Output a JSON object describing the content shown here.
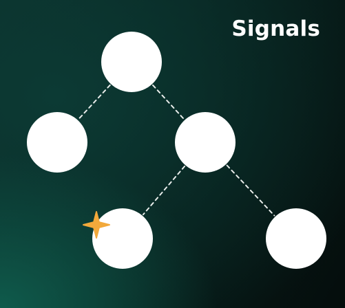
{
  "header": {
    "title": "Signals"
  },
  "colors": {
    "node_fill": "#ffffff",
    "edge_stroke": "#e8ecea",
    "star": "#f2a93b",
    "title": "#ffffff"
  },
  "diagram": {
    "nodes": [
      {
        "id": "root"
      },
      {
        "id": "left"
      },
      {
        "id": "right"
      },
      {
        "id": "right-left"
      },
      {
        "id": "right-right"
      }
    ],
    "edges": [
      {
        "from": "root",
        "to": "left"
      },
      {
        "from": "root",
        "to": "right"
      },
      {
        "from": "right",
        "to": "right-left"
      },
      {
        "from": "right",
        "to": "right-right"
      }
    ],
    "marker": {
      "icon": "four-point-star-icon",
      "node": "right-left"
    }
  }
}
